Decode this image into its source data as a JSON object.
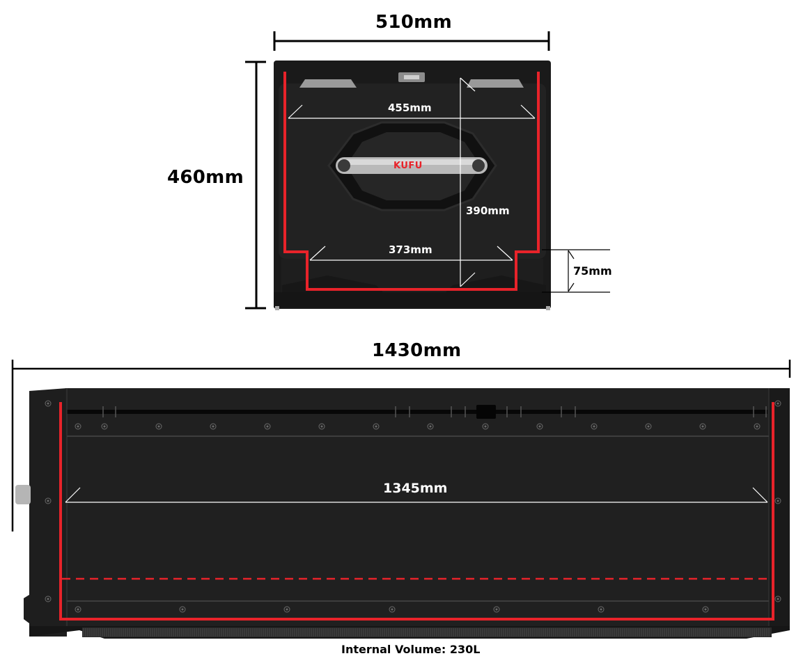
{
  "colors": {
    "box_body": "#1c1c1c",
    "box_edge": "#2a2a2a",
    "outline_red": "#e8232a",
    "measure_white": "#ffffff",
    "measure_black": "#000000"
  },
  "front_view": {
    "width_label": "510mm",
    "height_label": "460mm",
    "inner_top_width_label": "455mm",
    "inner_height_label": "390mm",
    "inner_bottom_width_label": "373mm",
    "step_height_label": "75mm",
    "handle_brand": "KUFU"
  },
  "side_view": {
    "length_label": "1430mm",
    "inner_length_label": "1345mm"
  },
  "footer": {
    "volume_label": "Internal Volume: 230L"
  }
}
